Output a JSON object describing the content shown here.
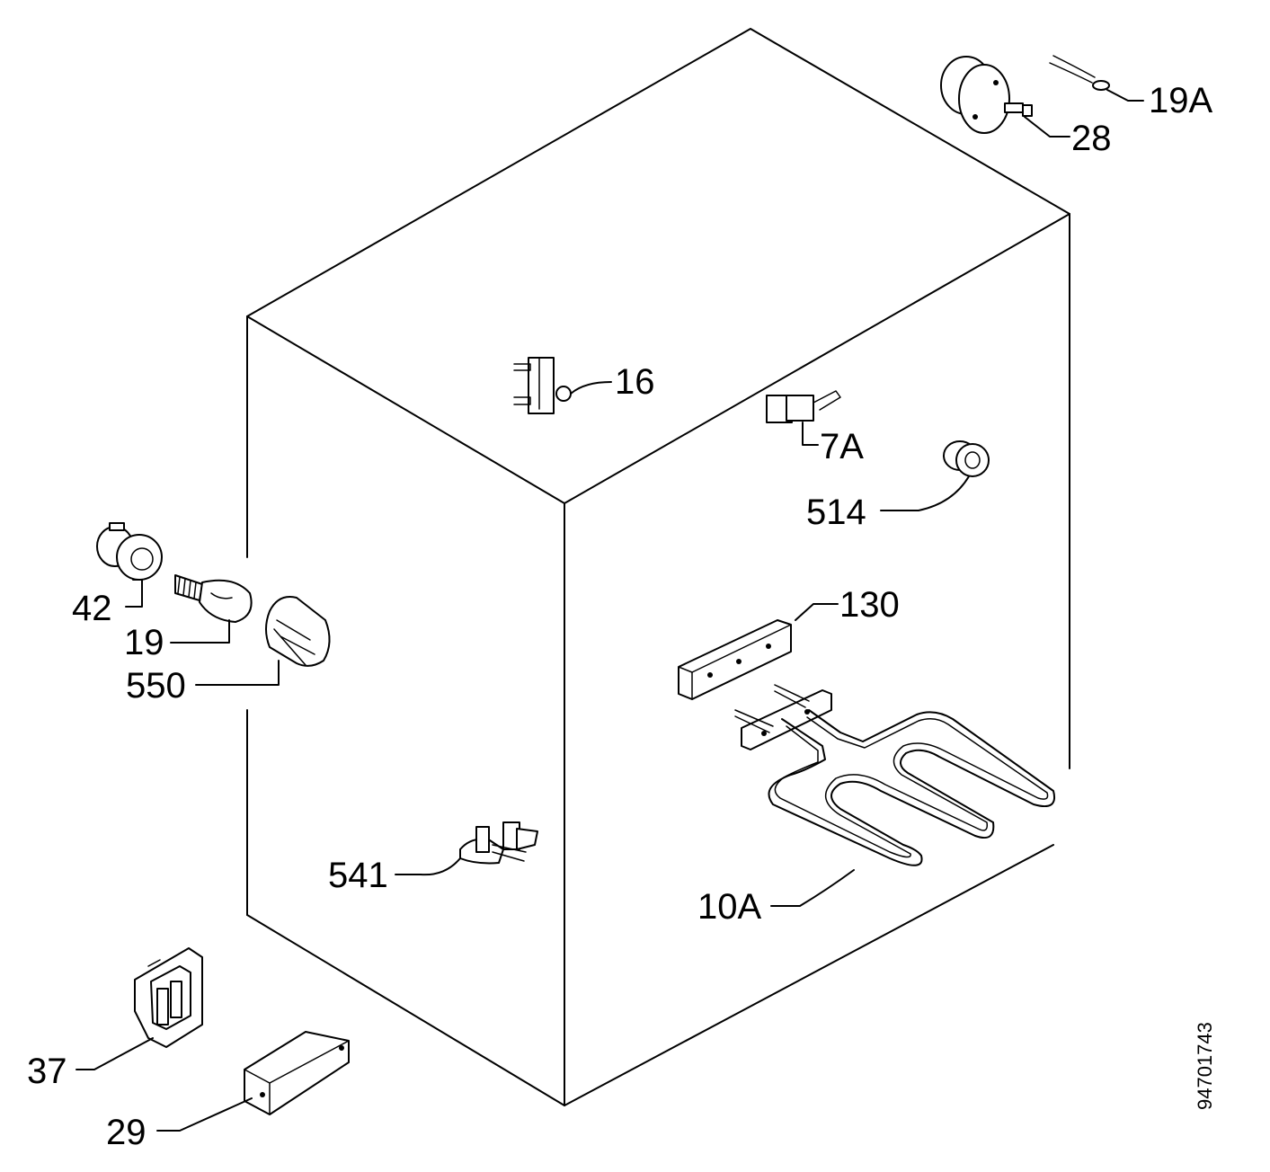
{
  "diagram": {
    "labels": {
      "l19a": "19A",
      "l28": "28",
      "l16": "16",
      "l7a": "7A",
      "l514": "514",
      "l130": "130",
      "l42": "42",
      "l19": "19",
      "l550": "550",
      "l541": "541",
      "l10a": "10A",
      "l37": "37",
      "l29": "29"
    },
    "drawing_code": "94701743"
  }
}
